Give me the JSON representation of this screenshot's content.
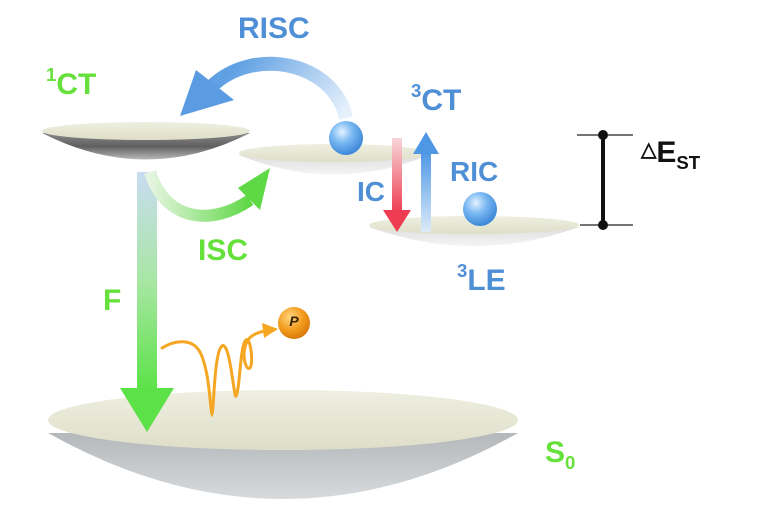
{
  "colors": {
    "blue_label": "#4f8fd6",
    "green_label": "#66e03a",
    "disc_top": "#e8e8d6",
    "disc_shadow": "#6d6d6d",
    "orange": "#f5a623",
    "red_arrow": "#ef4b5e",
    "blue_arrow": "#5da4e6",
    "ball": "#5ea9ec"
  },
  "labels": {
    "singlet_ct": {
      "sup": "1",
      "main": "CT"
    },
    "triplet_ct": {
      "sup": "3",
      "main": "CT"
    },
    "triplet_le": {
      "sup": "3",
      "main": "LE"
    },
    "ground": {
      "main": "S",
      "sub": "0"
    },
    "risc": "RISC",
    "isc": "ISC",
    "ic": "IC",
    "ric": "RIC",
    "fluorescence": "F",
    "energy_gap": {
      "symbol": "△",
      "main": "E",
      "sub": "ST"
    },
    "photon": "P"
  },
  "icons": [
    "curved-arrow-icon",
    "wavy-arrow-icon",
    "photon-icon",
    "electron-ball-icon",
    "dimension-bar-icon"
  ]
}
